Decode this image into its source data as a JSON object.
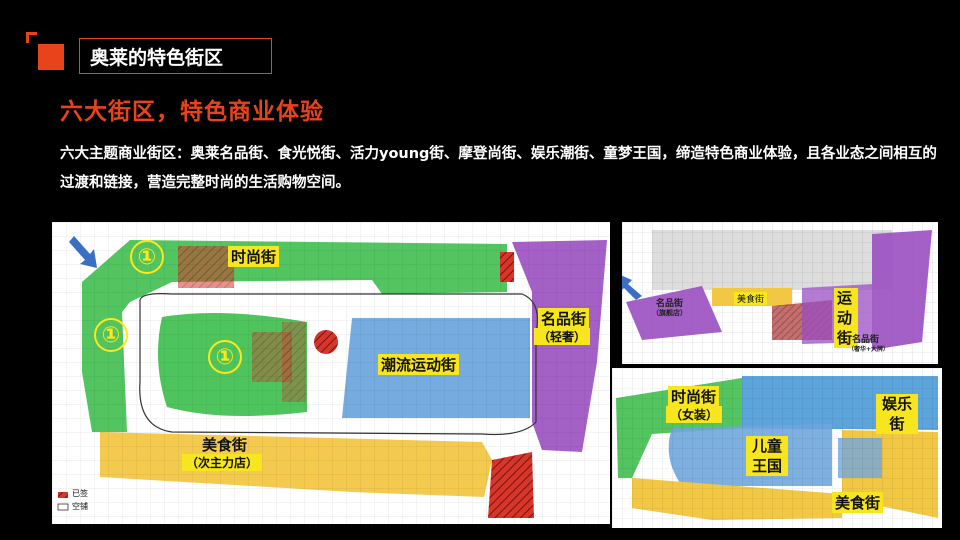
{
  "header": {
    "title": "奥莱的特色街区",
    "subtitle": "六大街区，特色商业体验",
    "description": "六大主题商业街区：奥莱名品街、食光悦街、活力young街、摩登尚街、娱乐潮街、童梦王国，缔造特色商业体验，且各业态之间相互的过渡和链接，营造完整时尚的生活购物空间。"
  },
  "main_map": {
    "label_fashion": "时尚街",
    "label_trend_sports": "潮流运动街",
    "label_brand": "名品街",
    "label_brand_sub": "（轻奢）",
    "label_food": "美食街",
    "label_food_sub": "（次主力店）",
    "circle_number": "①",
    "legend": [
      "已签",
      "空铺"
    ]
  },
  "top_right_map": {
    "label_sports": [
      "运",
      "动",
      "街"
    ],
    "label_food": "美食街",
    "label_brand_small": "名品街",
    "label_brand_small2": "名品街",
    "label_brand_small_sub": "（旗舰店）",
    "label_brand_small2_sub": "（奢华+大牌）"
  },
  "bottom_right_map": {
    "label_fashion": "时尚街",
    "label_fashion_sub": "（女装）",
    "label_kids": [
      "儿童",
      "王国"
    ],
    "label_entertainment": [
      "娱乐",
      "街"
    ],
    "label_food": "美食街"
  },
  "colors": {
    "accent": "#e8431b",
    "green": "#3fbf4f",
    "blue": "#6fa6de",
    "purple": "#9a4fc1",
    "yellow_zone": "#f2c744",
    "label_yellow": "#f7e51f"
  }
}
